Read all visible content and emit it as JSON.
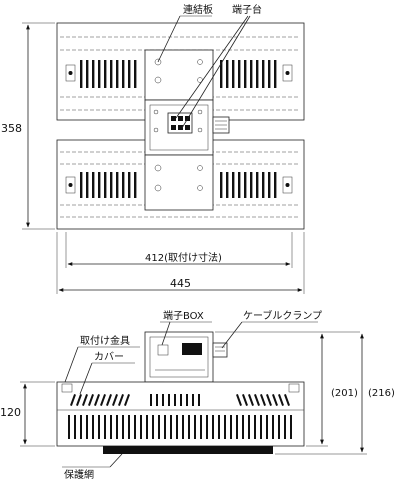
{
  "top_view": {
    "callout_left": "連結板",
    "callout_right": "端子台",
    "dim_height": "358",
    "dim_mount_width": "412(取付け寸法)",
    "dim_total_width": "445"
  },
  "side_view": {
    "callout_terminal_box": "端子BOX",
    "callout_cable_clamp": "ケーブルクランプ",
    "callout_bracket": "取付け金具",
    "callout_cover": "カバー",
    "callout_guard": "保護網",
    "dim_height": "120",
    "dim_201": "(201)",
    "dim_216": "(216)"
  }
}
